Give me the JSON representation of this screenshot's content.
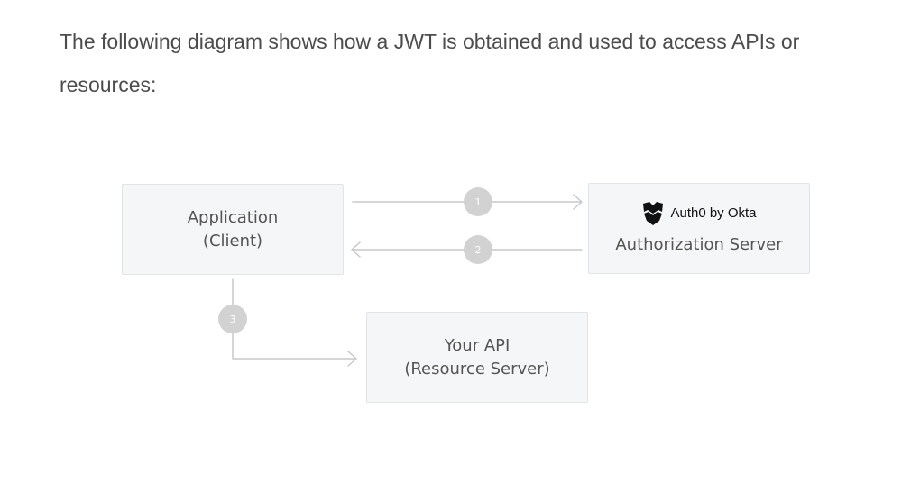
{
  "intro_text": "The following diagram shows how a JWT is obtained and used to access APIs or resources:",
  "diagram": {
    "client": {
      "line1": "Application",
      "line2": "(Client)"
    },
    "auth_server": {
      "brand": "Auth0 by Okta",
      "label": "Authorization Server"
    },
    "api": {
      "line1": "Your API",
      "line2": "(Resource Server)"
    },
    "steps": [
      "1",
      "2",
      "3"
    ],
    "colors": {
      "box_bg": "#f5f6f7",
      "box_border": "#e1e3e6",
      "arrow": "#c8c8c8",
      "badge": "#d2d2d2",
      "text": "#545454"
    }
  }
}
